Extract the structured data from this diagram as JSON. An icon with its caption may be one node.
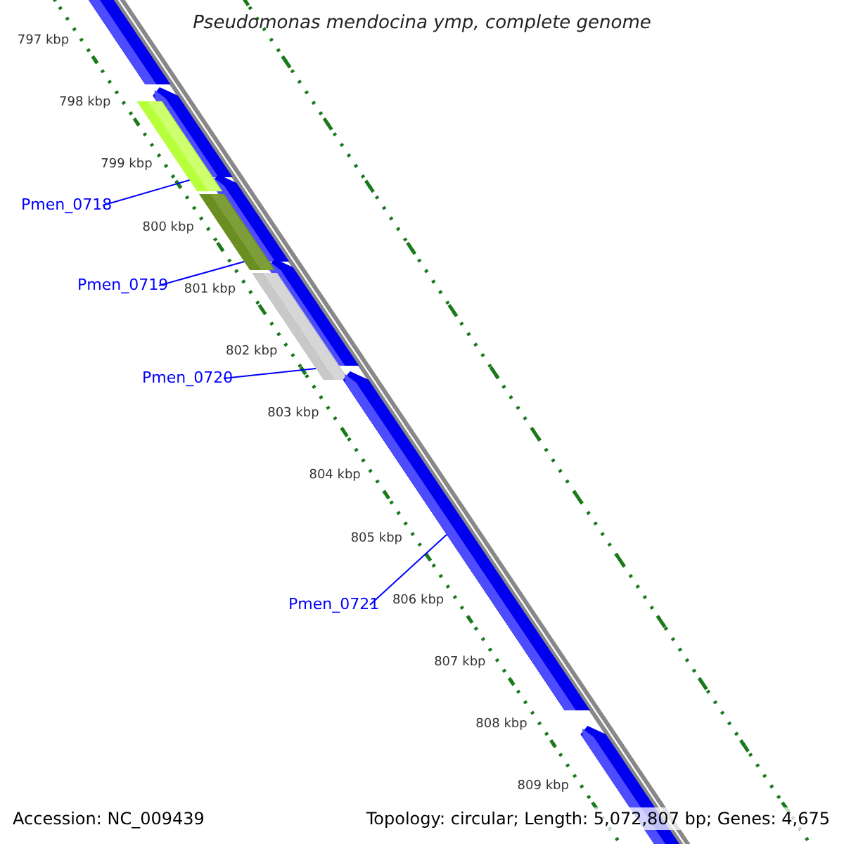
{
  "diagram": {
    "title": "Pseudomonas mendocina ymp, complete genome",
    "nodes": [
      {
        "text": [
          "Pmen_0718"
        ]
      },
      {
        "text": [],
        "shape": "bar"
      },
      {
        "text": [
          "Pmen_0719"
        ]
      },
      {
        "text": [],
        "shape": "bar"
      },
      {
        "text": [
          "Pmen_0720"
        ]
      },
      {
        "text": [],
        "shape": "bar"
      },
      {
        "text": [
          "Pmen_0721"
        ]
      },
      {
        "text": [],
        "shape": "bar"
      }
    ],
    "edges": [
      {
        "from": 0,
        "to": 1,
        "arrow": "none"
      },
      {
        "from": 2,
        "to": 3,
        "arrow": "none"
      },
      {
        "from": 4,
        "to": 5,
        "arrow": "none"
      },
      {
        "from": 6,
        "to": 7,
        "arrow": "none"
      }
    ],
    "labels": [
      "797 kbp",
      "798 kbp",
      "799 kbp",
      "800 kbp",
      "801 kbp",
      "802 kbp",
      "803 kbp",
      "804 kbp",
      "805 kbp",
      "806 kbp",
      "807 kbp",
      "808 kbp",
      "809 kbp",
      "Accession: NC_009439",
      "Topology: circular; Length: 5,072,807 bp; Genes: 4,675"
    ]
  }
}
